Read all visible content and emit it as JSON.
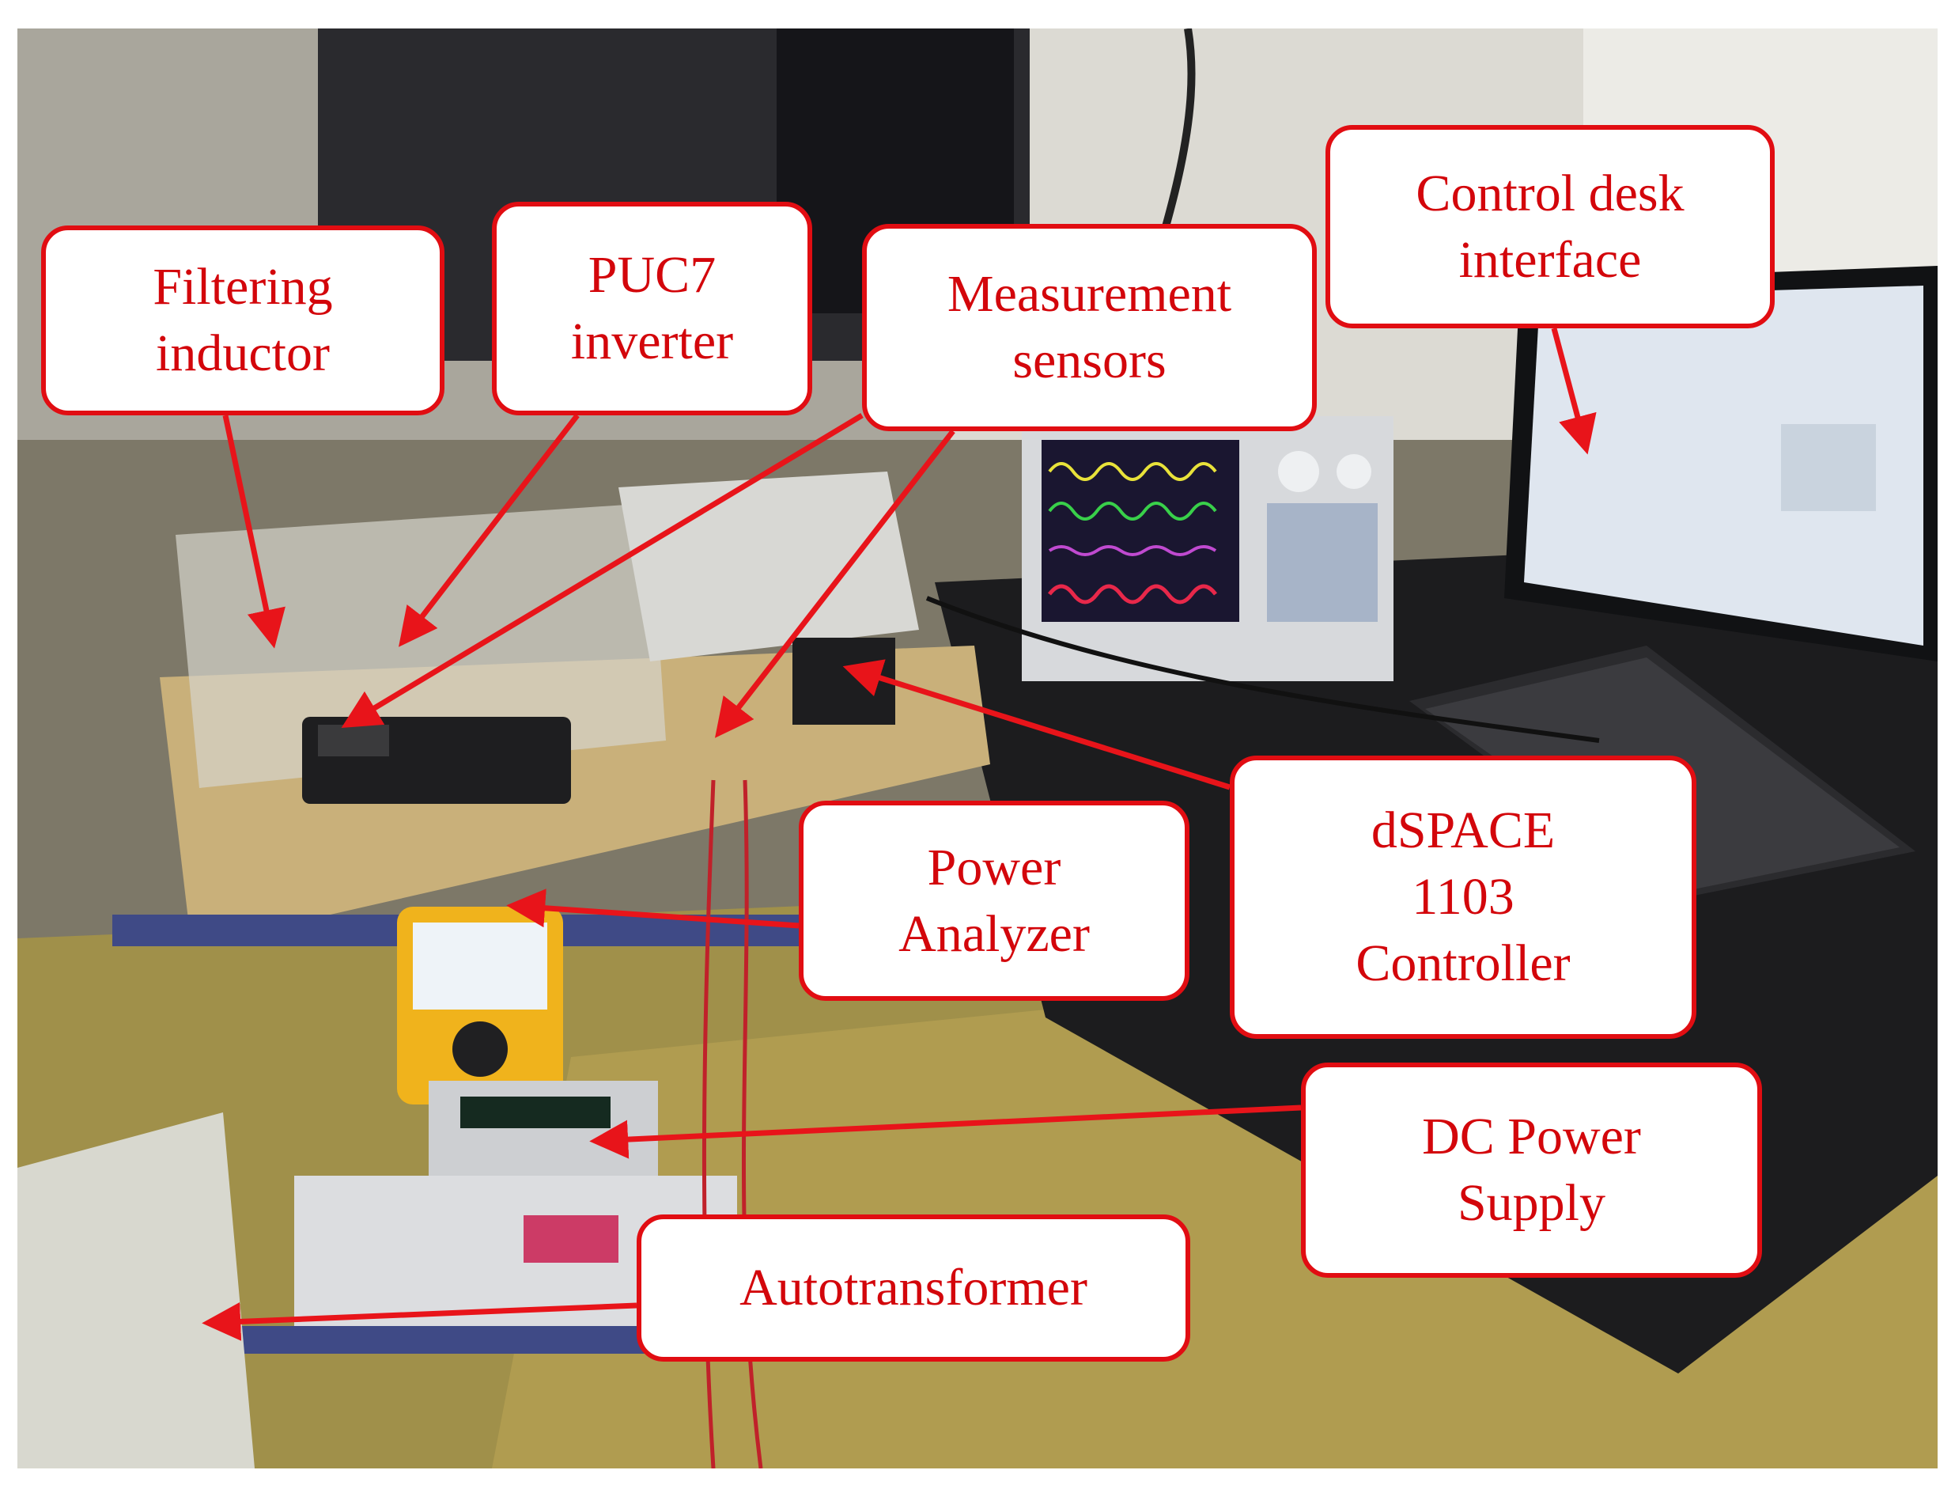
{
  "callouts": {
    "filtering_inductor": [
      "Filtering",
      "inductor"
    ],
    "puc7_inverter": [
      "PUC7",
      "inverter"
    ],
    "measurement_sensors": [
      "Measurement",
      "sensors"
    ],
    "control_desk_interface": [
      "Control desk",
      "interface"
    ],
    "dspace_controller": [
      "dSPACE",
      "1103",
      "Controller"
    ],
    "power_analyzer": [
      "Power",
      "Analyzer"
    ],
    "dc_power_supply": [
      "DC Power",
      "Supply"
    ],
    "autotransformer": [
      "Autotransformer"
    ]
  },
  "colors": {
    "callout_border": "#e10d12",
    "callout_text": "#d3060b",
    "arrow": "#e8141a"
  }
}
